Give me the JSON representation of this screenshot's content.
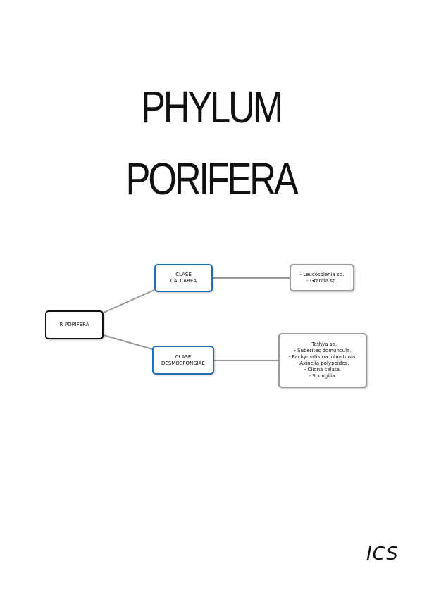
{
  "title": {
    "line1": "PHYLUM",
    "line2": "PORIFERA"
  },
  "diagram": {
    "root": {
      "label": "P. PORIFERA"
    },
    "classes": [
      {
        "label_line1": "CLASE",
        "label_line2": "CALCAREA",
        "species": [
          "- Leucosolenia sp.",
          "- Grantia sp."
        ]
      },
      {
        "label_line1": "CLASE",
        "label_line2": "DESMOSPONGIAE",
        "species": [
          "- Tethya sp.",
          "- Suberites domuncula.",
          "- Pachymatisma johnstonia.",
          "- Axinella polypoides.",
          "- Cliona celata.",
          "- Spongilla."
        ]
      }
    ],
    "colors": {
      "root_border": "#111111",
      "class_border": "#1f6fb8",
      "species_border": "#9a9a9a",
      "connector": "#999999"
    }
  },
  "signature": "ICS"
}
